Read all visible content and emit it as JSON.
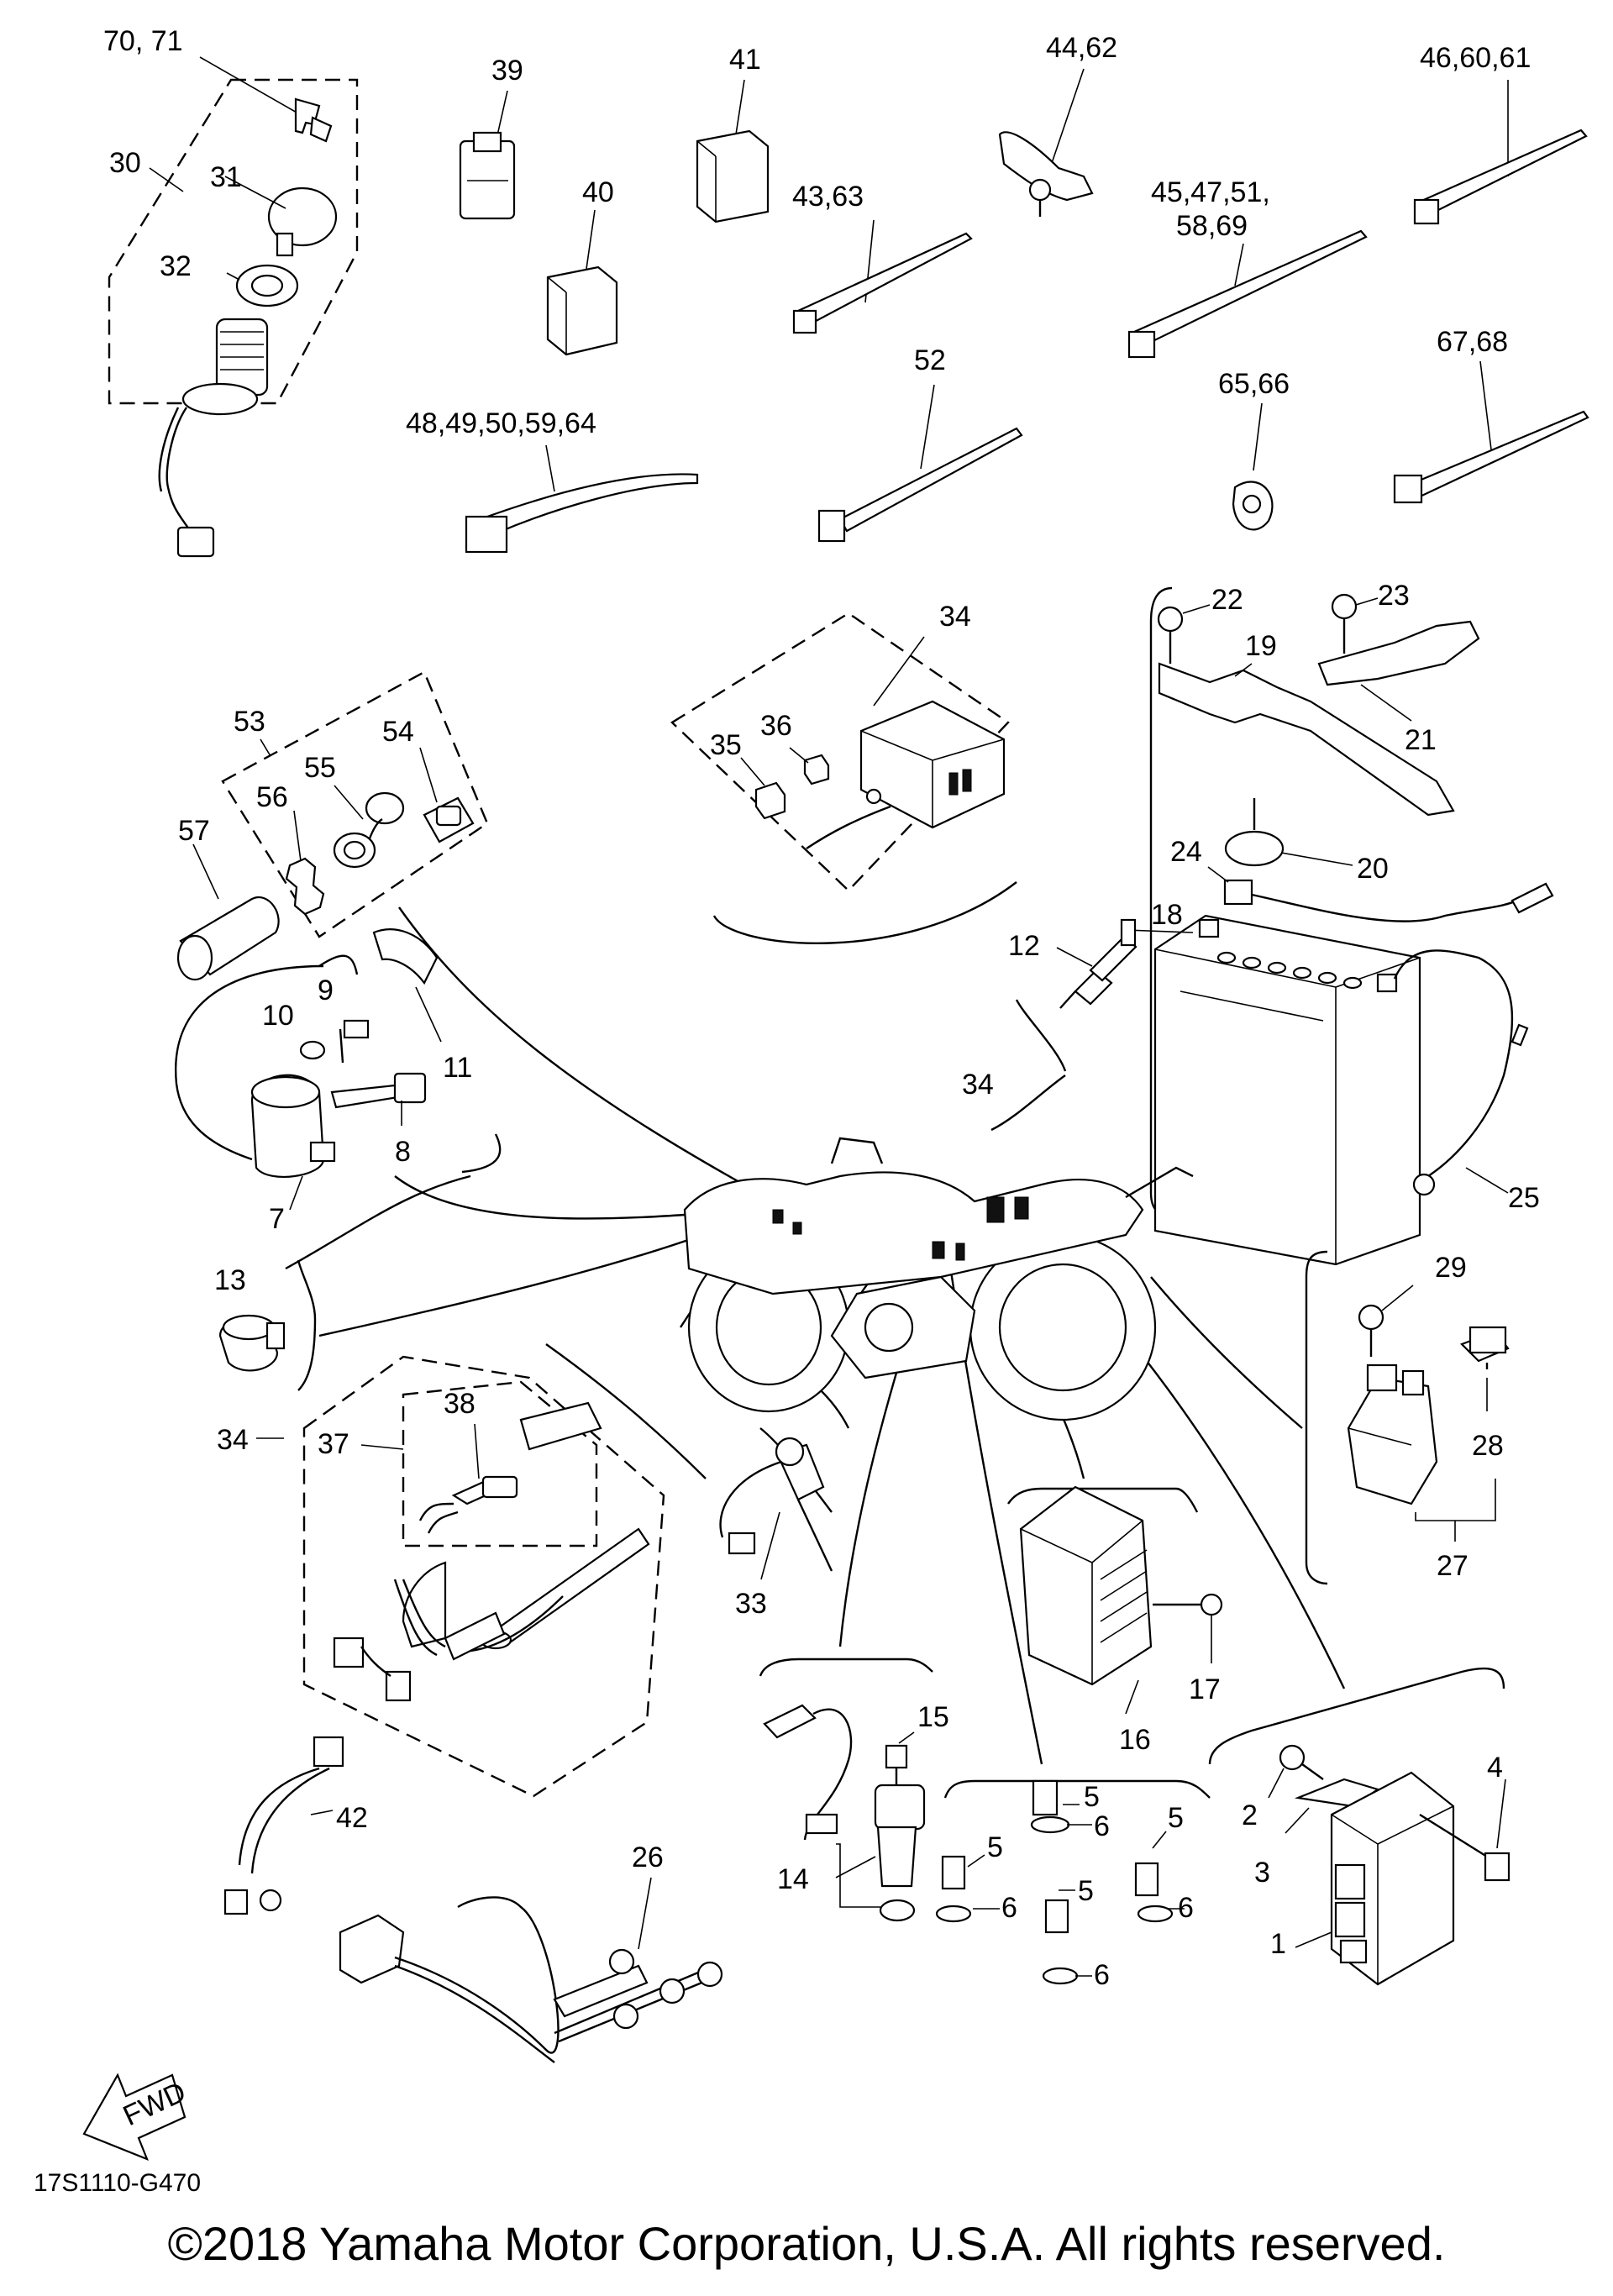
{
  "labels": {
    "l70_71": "70, 71",
    "l30": "30",
    "l31": "31",
    "l32": "32",
    "l39": "39",
    "l40": "40",
    "l41": "41",
    "l44_62": "44,62",
    "l43_63": "43,63",
    "l45": "45,47,51,",
    "l58_69": "58,69",
    "l46_60_61": "46,60,61",
    "l67_68": "67,68",
    "l48": "48,49,50,59,64",
    "l52": "52",
    "l65_66": "65,66",
    "l34a": "34",
    "l35": "35",
    "l36": "36",
    "l22": "22",
    "l23": "23",
    "l19": "19",
    "l21": "21",
    "l20": "20",
    "l24": "24",
    "l18": "18",
    "l53": "53",
    "l54": "54",
    "l55": "55",
    "l56": "56",
    "l57": "57",
    "l10": "10",
    "l9": "9",
    "l11": "11",
    "l8": "8",
    "l7": "7",
    "l12": "12",
    "l34b": "34",
    "l25": "25",
    "l13": "13",
    "l29": "29",
    "l28": "28",
    "l27": "27",
    "l34c": "34",
    "l37": "37",
    "l38": "38",
    "l33": "33",
    "l17": "17",
    "l16": "16",
    "l15": "15",
    "l14": "14",
    "l5a": "5",
    "l5b": "5",
    "l5c": "5",
    "l5d": "5",
    "l6a": "6",
    "l6b": "6",
    "l6c": "6",
    "l6d": "6",
    "l2": "2",
    "l3": "3",
    "l4": "4",
    "l1": "1",
    "l42": "42",
    "l26": "26"
  },
  "fwd_label": "FWD",
  "diagram_code": "17S1110-G470",
  "copyright": "©2018 Yamaha Motor Corporation, U.S.A. All rights reserved."
}
